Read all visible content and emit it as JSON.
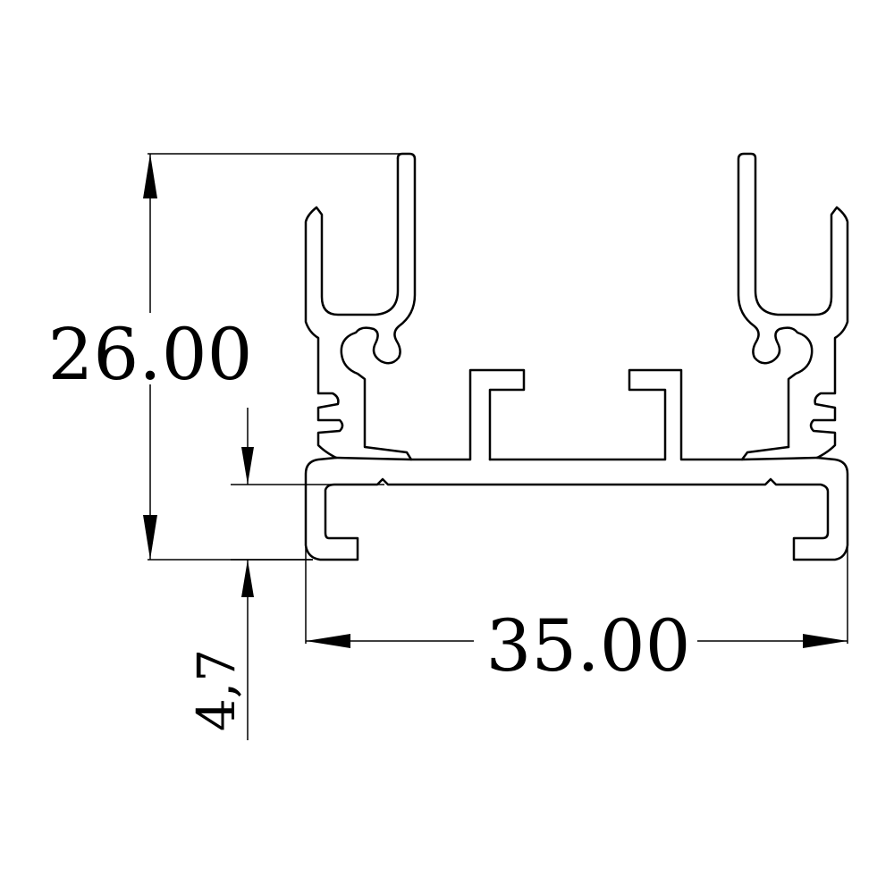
{
  "drawing": {
    "dimensions": {
      "height_label": "26.00",
      "width_label": "35.00",
      "base_label": "4,7"
    },
    "colors": {
      "line": "#000000",
      "background": "#ffffff"
    }
  }
}
